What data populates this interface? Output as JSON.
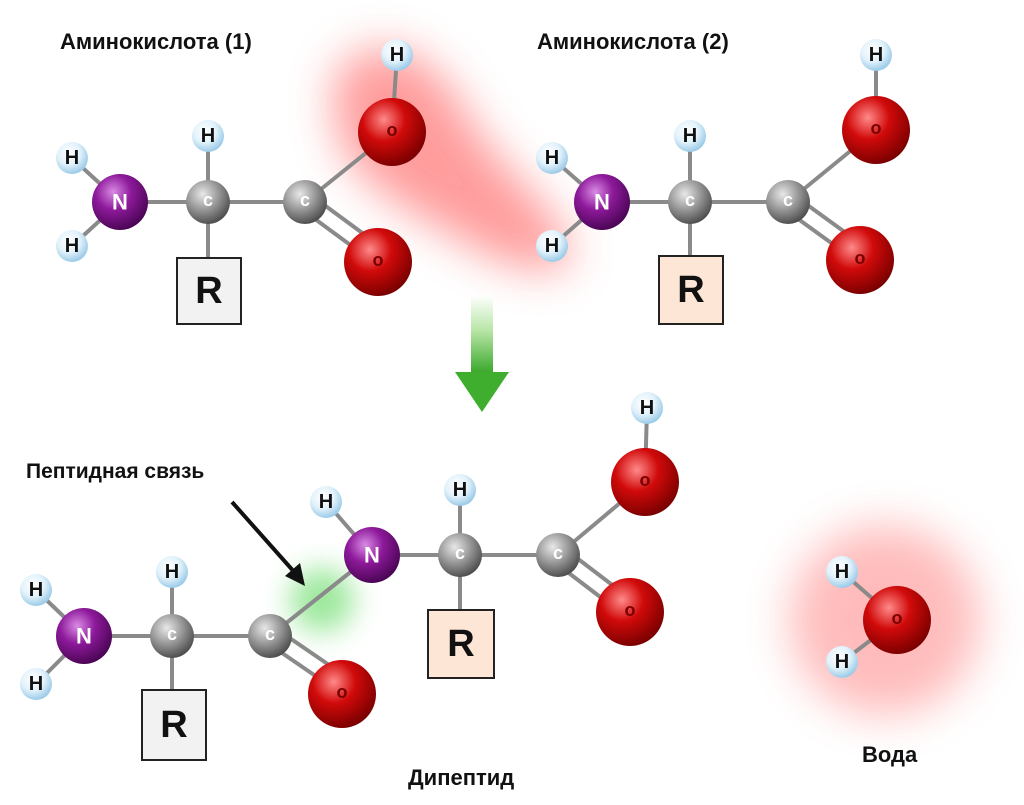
{
  "labels": {
    "amino_acid_1": "Аминокислота (1)",
    "amino_acid_2": "Аминокислота (2)",
    "peptide_bond": "Пептидная связь",
    "dipeptide": "Дипептид",
    "water": "Вода"
  },
  "atoms": {
    "H": "H",
    "N": "N",
    "C": "c",
    "O": "o",
    "R": "R"
  },
  "colors": {
    "hydrogen": "#cfe8f7",
    "nitrogen": "#8e1a9b",
    "carbon": "#8d8d8d",
    "oxygen": "#d10a0a",
    "r_box_1": "#f2f2f2",
    "r_box_2": "#fde6d6",
    "highlight_red": "#ff6b6b",
    "highlight_green": "#7be07b",
    "arrow_green": "#55c43d"
  }
}
